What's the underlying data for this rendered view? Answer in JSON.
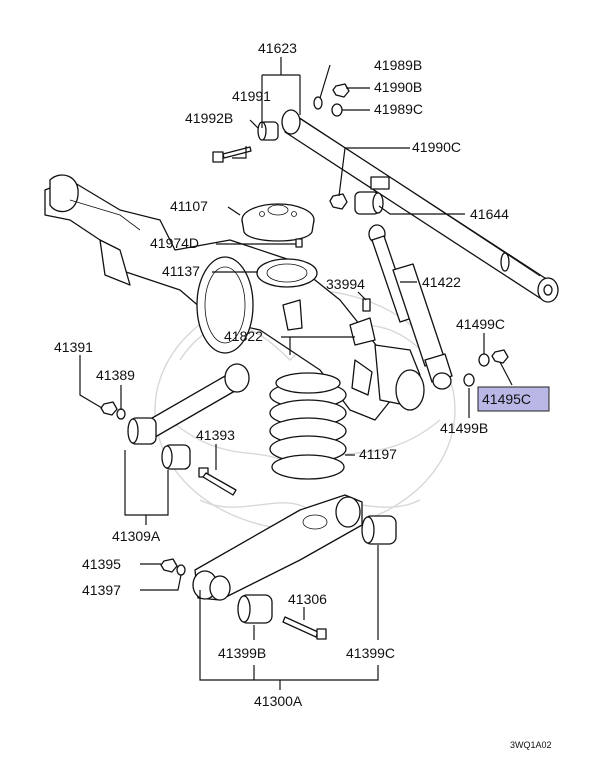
{
  "diagram": {
    "highlight_color": "#b9b7e6",
    "labels": {
      "p41623": "41623",
      "p41989B": "41989B",
      "p41990B": "41990B",
      "p41991": "41991",
      "p41989C": "41989C",
      "p41992B": "41992B",
      "p41990C": "41990C",
      "p41107": "41107",
      "p41644": "41644",
      "p41974D": "41974D",
      "p41137": "41137",
      "p41422": "41422",
      "p33994": "33994",
      "p41822": "41822",
      "p41499C": "41499C",
      "p41391": "41391",
      "p41389": "41389",
      "p41495C": "41495C",
      "p41499B": "41499B",
      "p41393": "41393",
      "p41197": "41197",
      "p41309A": "41309A",
      "p41395": "41395",
      "p41306": "41306",
      "p41397": "41397",
      "p41399B": "41399B",
      "p41399C": "41399C",
      "p41300A": "41300A"
    },
    "figure_code": "3WQ1A02"
  }
}
